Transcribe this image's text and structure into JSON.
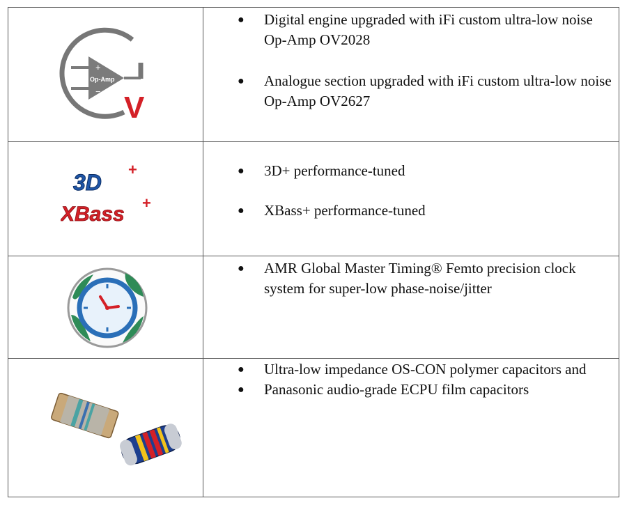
{
  "rows": [
    {
      "icon": "op-amp-icon",
      "icon_text": {
        "plus": "+",
        "label": "Op-Amp",
        "minus": "−",
        "letter": "V"
      },
      "bullets": [
        "Digital engine upgraded with iFi custom ultra-low noise Op-Amp OV2028",
        "Analogue section upgraded with iFi custom ultra-low noise Op-Amp OV2627"
      ]
    },
    {
      "icon": "3d-xbass-logo-icon",
      "icon_text": {
        "logo_3d": "3D",
        "logo_xbass": "XBass",
        "plus": "+"
      },
      "bullets": [
        "3D+  performance-tuned",
        "XBass+ performance-tuned"
      ]
    },
    {
      "icon": "globe-clock-icon",
      "bullets": [
        "AMR Global Master Timing® Femto precision clock system for super-low phase-noise/jitter"
      ]
    },
    {
      "icon": "capacitors-icon",
      "bullets": [
        "Ultra-low impedance OS-CON polymer capacitors and",
        "Panasonic audio-grade ECPU film capacitors"
      ]
    }
  ],
  "colors": {
    "border": "#555555",
    "accent_red": "#d42027",
    "accent_blue": "#1f56a8",
    "icon_gray": "#777777"
  }
}
